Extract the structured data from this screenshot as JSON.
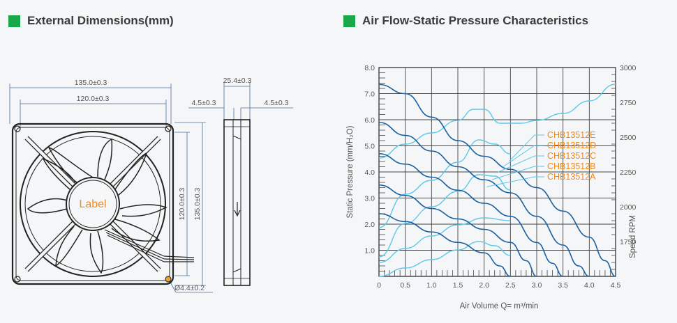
{
  "titles": {
    "dimensions": "External Dimensions(mm)",
    "chart": "Air Flow-Static Pressure Characteristics"
  },
  "colors": {
    "accent_square": "#18a84a",
    "dim_line": "#4a6f9a",
    "pressure_curve": "#1a5fa0",
    "speed_curve": "#5dc8e8",
    "legend_text": "#f08a1c",
    "label_text": "#f08a1c"
  },
  "drawing": {
    "width_outer": "135.0±0.3",
    "width_inner": "120.0±0.3",
    "height_inner": "120.0±0.3",
    "height_outer": "135.0±0.3",
    "depth": "25.4±0.3",
    "flange_left": "4.5±0.3",
    "flange_right": "4.5±0.3",
    "hole": "Ø4.4±0.2",
    "label": "Label"
  },
  "chart_data": {
    "type": "line",
    "title": "Air Flow-Static Pressure Characteristics",
    "xlabel": "Air Volume Q= m³/min",
    "ylabel": "Static Pressure (mm/H₂O)",
    "y2label": "Speed  RPM",
    "xlim": [
      0,
      4.5
    ],
    "ylim": [
      0,
      8
    ],
    "y2lim": [
      1500,
      3000
    ],
    "x_ticks": [
      "0",
      "0.5",
      "1.0",
      "1.5",
      "2.0",
      "2.5",
      "3.0",
      "3.5",
      "4.0",
      "4.5"
    ],
    "y_ticks": [
      "1.0",
      "2.0",
      "3.0",
      "4.0",
      "5.0",
      "6.0",
      "7.0",
      "8.0"
    ],
    "y2_ticks": [
      "1750",
      "2000",
      "2250",
      "2500",
      "2750",
      "3000"
    ],
    "grid": true,
    "legend": [
      "CHB13512E",
      "CHB13512D",
      "CHB13512C",
      "CHB13512B",
      "CHB13512A"
    ],
    "pressure_series": [
      {
        "name": "CHB13512E",
        "x": [
          0,
          0.5,
          1.0,
          1.5,
          2.0,
          2.5,
          3.0,
          3.5,
          4.0,
          4.3,
          4.5
        ],
        "y": [
          7.35,
          7.0,
          6.1,
          5.2,
          4.6,
          4.1,
          3.4,
          2.5,
          1.5,
          0.6,
          0
        ]
      },
      {
        "name": "CHB13512D",
        "x": [
          0,
          0.5,
          1.0,
          1.5,
          2.0,
          2.5,
          3.0,
          3.5,
          3.8,
          4.0
        ],
        "y": [
          5.9,
          5.4,
          4.8,
          4.2,
          3.7,
          3.2,
          2.3,
          1.2,
          0.4,
          0
        ]
      },
      {
        "name": "CHB13512C",
        "x": [
          0,
          0.5,
          1.0,
          1.5,
          2.0,
          2.5,
          3.0,
          3.3,
          3.5
        ],
        "y": [
          4.7,
          4.3,
          3.8,
          3.3,
          2.8,
          2.3,
          1.3,
          0.5,
          0
        ]
      },
      {
        "name": "CHB13512B",
        "x": [
          0,
          0.5,
          1.0,
          1.5,
          2.0,
          2.5,
          2.8,
          3.0
        ],
        "y": [
          3.5,
          3.1,
          2.6,
          2.2,
          1.8,
          1.3,
          0.6,
          0
        ]
      },
      {
        "name": "CHB13512A",
        "x": [
          0,
          0.5,
          1.0,
          1.5,
          2.0,
          2.3,
          2.5
        ],
        "y": [
          2.4,
          2.1,
          1.7,
          1.3,
          0.9,
          0.4,
          0
        ]
      }
    ],
    "speed_series": [
      {
        "name": "CHB13512E",
        "x": [
          0,
          0.5,
          1.0,
          1.5,
          1.8,
          2.0,
          2.3,
          2.7,
          3.0,
          3.5,
          4.0,
          4.5
        ],
        "y": [
          2350,
          2450,
          2530,
          2620,
          2700,
          2700,
          2600,
          2600,
          2620,
          2670,
          2760,
          2880
        ]
      },
      {
        "name": "CHB13512D",
        "x": [
          0,
          0.5,
          1.0,
          1.5,
          1.9,
          2.2,
          2.5
        ],
        "y": [
          1850,
          2090,
          2190,
          2320,
          2480,
          2450,
          2380
        ]
      },
      {
        "name": "CHB13512C",
        "x": [
          0,
          0.5,
          1.0,
          1.5,
          1.9,
          2.2,
          2.5
        ],
        "y": [
          1640,
          1880,
          2000,
          2110,
          2230,
          2220,
          2120
        ]
      },
      {
        "name": "CHB13512B",
        "x": [
          0,
          0.5,
          1.0,
          1.5,
          2.0,
          2.5
        ],
        "y": [
          1600,
          1700,
          1790,
          1870,
          1920,
          1900
        ]
      },
      {
        "name": "CHB13512A",
        "x": [
          0,
          0.5,
          1.0,
          1.5,
          1.9,
          2.2,
          2.5
        ],
        "y": [
          1500,
          1560,
          1620,
          1690,
          1750,
          1720,
          1650
        ]
      }
    ]
  }
}
